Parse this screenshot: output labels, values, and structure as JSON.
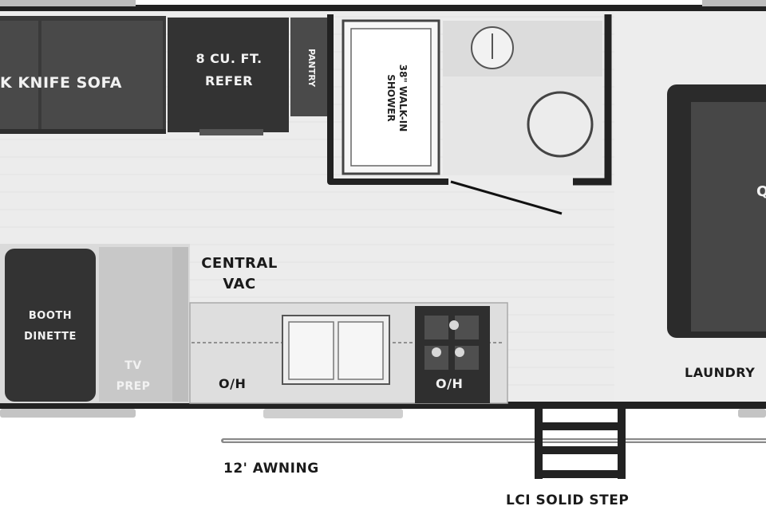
{
  "floorplan": {
    "labels": {
      "sofa": "K KNIFE SOFA",
      "refer_line1": "8 CU. FT.",
      "refer_line2": "REFER",
      "pantry": "PANTRY",
      "shower_line1": "38\"",
      "shower_line2": "WALK-IN",
      "shower_line3": "SHOWER",
      "central_vac_line1": "CENTRAL",
      "central_vac_line2": "VAC",
      "booth_line1": "BOOTH",
      "booth_line2": "DINETTE",
      "tv_line1": "TV",
      "tv_line2": "PREP",
      "oh_left": "O/H",
      "oh_right": "O/H",
      "laundry": "LAUNDRY",
      "awning": "12' AWNING",
      "step": "LCI SOLID STEP",
      "bed_partial": "Q"
    }
  }
}
